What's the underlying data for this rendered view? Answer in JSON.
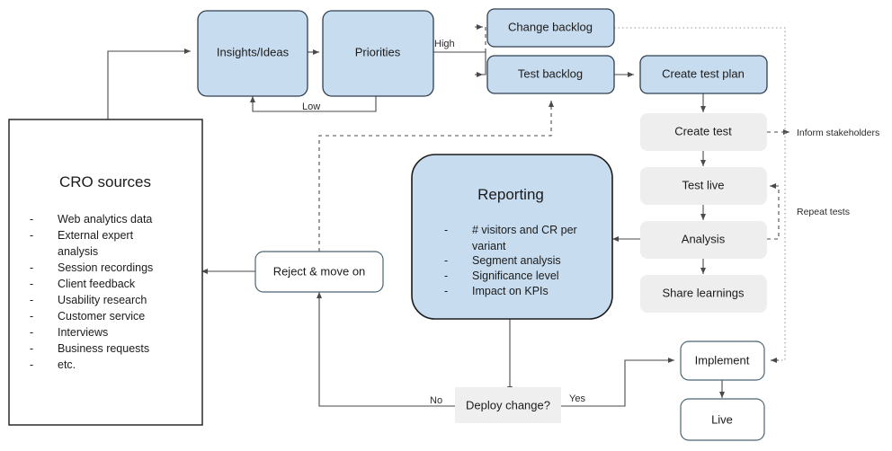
{
  "colors": {
    "blue_fill": "#c8dcef",
    "blue_stroke": "#2e3f4f",
    "gray_fill": "#eeeeee",
    "white_fill": "#ffffff",
    "white_stroke": "#4a6572",
    "line": "#4a4a4a",
    "text": "#1b1b1b"
  },
  "cro": {
    "title": "CRO sources",
    "bullet": "-",
    "items": [
      "Web analytics data",
      "External expert",
      "analysis",
      "Session recordings",
      "Client feedback",
      "Usability research",
      "Customer service",
      "Interviews",
      "Business requests",
      "etc."
    ]
  },
  "nodes": {
    "insights": "Insights/Ideas",
    "priorities": "Priorities",
    "change_backlog": "Change backlog",
    "test_backlog": "Test backlog",
    "create_test_plan": "Create test plan",
    "create_test": "Create test",
    "test_live": "Test live",
    "analysis": "Analysis",
    "share_learnings": "Share learnings",
    "reject": "Reject & move on",
    "deploy": "Deploy change?",
    "implement": "Implement",
    "live": "Live"
  },
  "reporting": {
    "title": "Reporting",
    "bullet": "-",
    "items": [
      "# visitors and CR per",
      "variant",
      "Segment analysis",
      "Significance level",
      "Impact on KPIs"
    ]
  },
  "edge_labels": {
    "high": "High",
    "low": "Low",
    "no": "No",
    "yes": "Yes",
    "inform_stakeholders": "Inform stakeholders",
    "repeat_tests": "Repeat tests"
  }
}
